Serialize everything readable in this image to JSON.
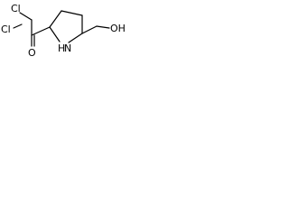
{
  "structure": {
    "atoms": {
      "cl_top": "Cl",
      "cl_left": "Cl",
      "oxygen_carbonyl": "O",
      "nitrogen": "H\nN",
      "nitrogen_h": "H",
      "nitrogen_n": "N",
      "hydroxyl": "OH"
    }
  }
}
